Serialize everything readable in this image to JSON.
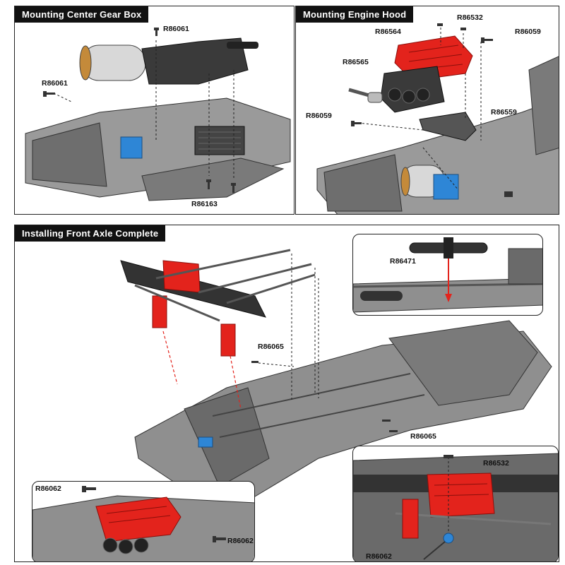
{
  "panels": {
    "gearbox": {
      "title": "Mounting Center Gear Box",
      "labels": {
        "top": "R86061",
        "left": "R86061",
        "bottom": "R86163"
      }
    },
    "hood": {
      "title": "Mounting Engine Hood",
      "labels": {
        "screws": "R86532",
        "hood": "R86564",
        "right_screw": "R86059",
        "lever": "R86565",
        "left_screw": "R86059",
        "bracket": "R86559"
      }
    },
    "front_axle": {
      "title": "Installing Front Axle Complete",
      "labels": {
        "tool": "R86471",
        "mid_screw": "R86065",
        "right_screws": "R86065",
        "hood_screw": "R86532",
        "left_screw_bl": "R86062",
        "right_screw_bl": "R86062",
        "bottom_screw_br": "R86062"
      }
    }
  },
  "colors": {
    "hood_red": "#e3231c",
    "blue_servo": "#2e86d6",
    "frame_gray": "#8c8c8c",
    "dark": "#2a2a2a"
  }
}
